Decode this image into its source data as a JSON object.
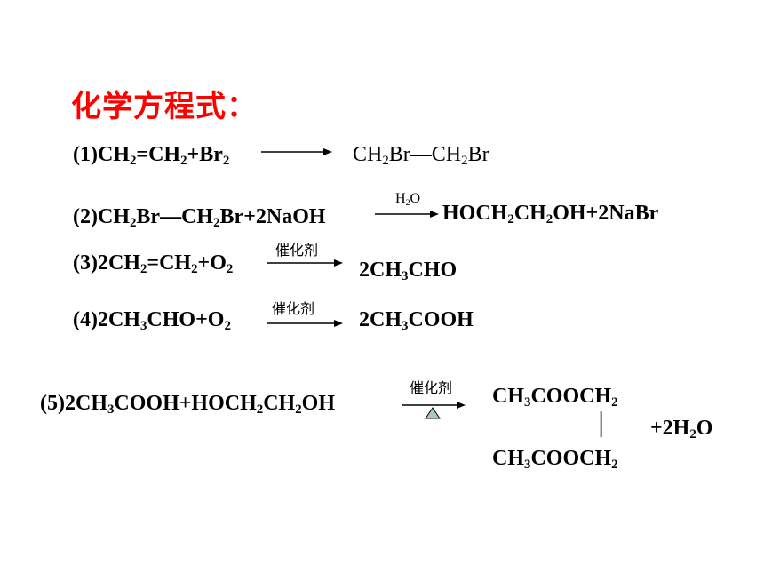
{
  "title": "化学方程式：",
  "eq1": {
    "a": "(1)CH",
    "b": "2",
    "c": "=CH",
    "d": "2",
    "e": "+Br",
    "f": "2",
    "p1": "CH",
    "p2": "2",
    "p3": "Br—CH",
    "p4": "2",
    "p5": "Br"
  },
  "eq2": {
    "a": "(2)CH",
    "b": "2",
    "c": "Br—CH",
    "d": "2",
    "e": "Br+2NaOH",
    "cond_a": "H",
    "cond_b": "2",
    "cond_c": "O",
    "p1": "HOCH",
    "p2": "2",
    "p3": "CH",
    "p4": "2",
    "p5": "OH+2NaBr"
  },
  "eq3": {
    "a": "(3)2CH",
    "b": "2",
    "c": "=CH",
    "d": "2",
    "e": "+O",
    "f": "2",
    "cond": "催化剂",
    "p1": "2CH",
    "p2": "3",
    "p3": "CHO"
  },
  "eq4": {
    "a": "(4)2CH",
    "b": "3",
    "c": "CHO+O",
    "d": "2",
    "cond": "催化剂",
    "p1": "2CH",
    "p2": "3",
    "p3": "COOH"
  },
  "eq5": {
    "a": "(5)2CH",
    "b": "3",
    "c": "COOH+HOCH",
    "d": "2",
    "e": "CH",
    "f": "2",
    "g": "OH",
    "cond": "催化剂",
    "top1": "CH",
    "top2": "3",
    "top3": "COOCH",
    "top4": "2",
    "bar": "│",
    "bot1": "CH",
    "bot2": "3",
    "bot3": "COOCH",
    "bot4": "2",
    "water1": "+2H",
    "water2": "2",
    "water3": "O"
  },
  "colors": {
    "title": "#ff0000",
    "text": "#000000",
    "delta_fill": "#a8c8c8"
  },
  "icons": {
    "eq5_heat": "delta-triangle-icon"
  }
}
